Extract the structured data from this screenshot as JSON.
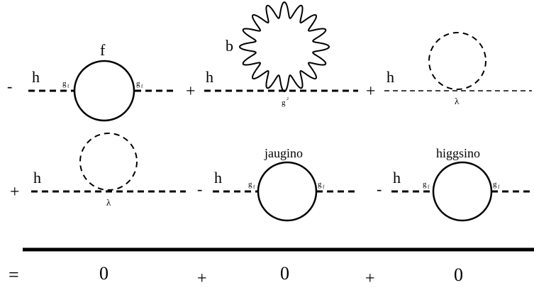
{
  "diagram": {
    "rows": [
      {
        "terms": [
          {
            "sign": "-",
            "line_label": "h",
            "loop_label": "f",
            "vertex_left": "g",
            "vertex_left_sub": "f",
            "vertex_right": "g",
            "vertex_right_sub": "f"
          },
          {
            "sign": "+",
            "line_label": "h",
            "loop_label": "b",
            "vertex_label": "g",
            "vertex_sup": "2"
          },
          {
            "sign": "+",
            "line_label": "h",
            "vertex_label": "λ"
          }
        ]
      },
      {
        "terms": [
          {
            "sign": "+",
            "line_label": "h",
            "vertex_label": "λ"
          },
          {
            "sign": "-",
            "line_label": "h",
            "loop_label": "jaugino",
            "vertex_left": "g",
            "vertex_left_sub": "f",
            "vertex_right": "g",
            "vertex_right_sub": "f"
          },
          {
            "sign": "-",
            "line_label": "h",
            "loop_label": "higgsino",
            "vertex_left": "g",
            "vertex_left_sub": "f",
            "vertex_right": "g",
            "vertex_right_sub": "f"
          }
        ]
      }
    ],
    "result": {
      "equals": "=",
      "terms": [
        {
          "value": "0"
        },
        {
          "sign": "+",
          "value": "0"
        },
        {
          "sign": "+",
          "value": "0"
        }
      ]
    }
  }
}
